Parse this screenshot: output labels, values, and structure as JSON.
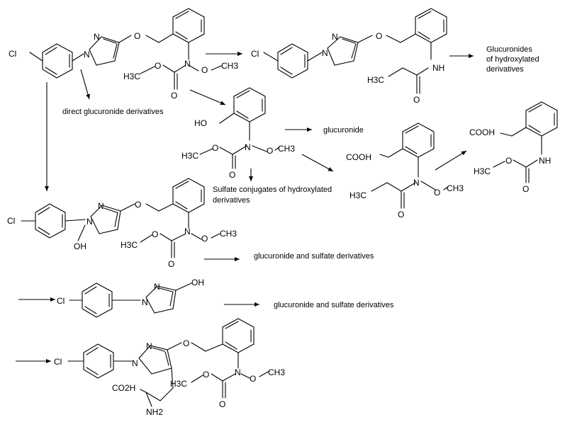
{
  "title": "Metabolic pathway scheme",
  "atoms": {
    "cl": "Cl",
    "o": "O",
    "n": "N",
    "nh": "NH",
    "oh": "OH",
    "ho": "HO",
    "h3c": "H3C",
    "ch3": "CH3",
    "cooh": "COOH",
    "co2h": "CO2H",
    "nh2": "NH2"
  },
  "labels": {
    "direct_glucuronide": "direct glucuronide derivatives",
    "glucuronides_line1": "Glucuronides",
    "glucuronides_line2": "of hydroxylated",
    "glucuronides_line3": "derivatives",
    "glucuronide": "glucuronide",
    "sulfate_line1": "Sulfate conjugates of hydroxylated",
    "sulfate_line2": "derivatives",
    "gluc_sulfate_1": "glucuronide and sulfate derivatives",
    "gluc_sulfate_2": "glucuronide and sulfate derivatives"
  }
}
